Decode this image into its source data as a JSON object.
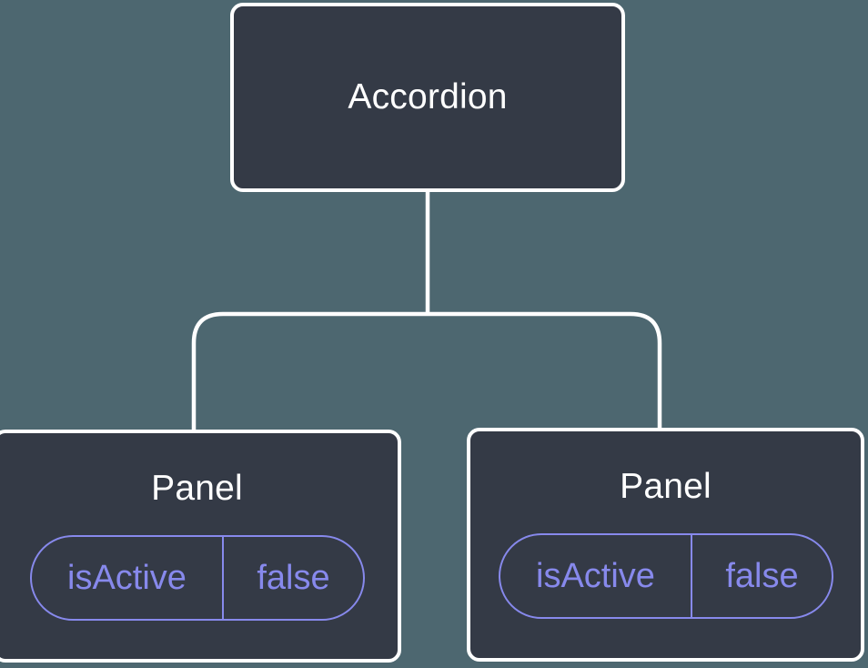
{
  "diagram": {
    "colors": {
      "bg": "#4d6770",
      "card": "#343a46",
      "line": "#ffffff",
      "accent": "#8789ec",
      "text": "#ffffff"
    },
    "root": {
      "label": "Accordion"
    },
    "children": [
      {
        "label": "Panel",
        "state": {
          "key": "isActive",
          "value": "false"
        }
      },
      {
        "label": "Panel",
        "state": {
          "key": "isActive",
          "value": "false"
        }
      }
    ]
  }
}
